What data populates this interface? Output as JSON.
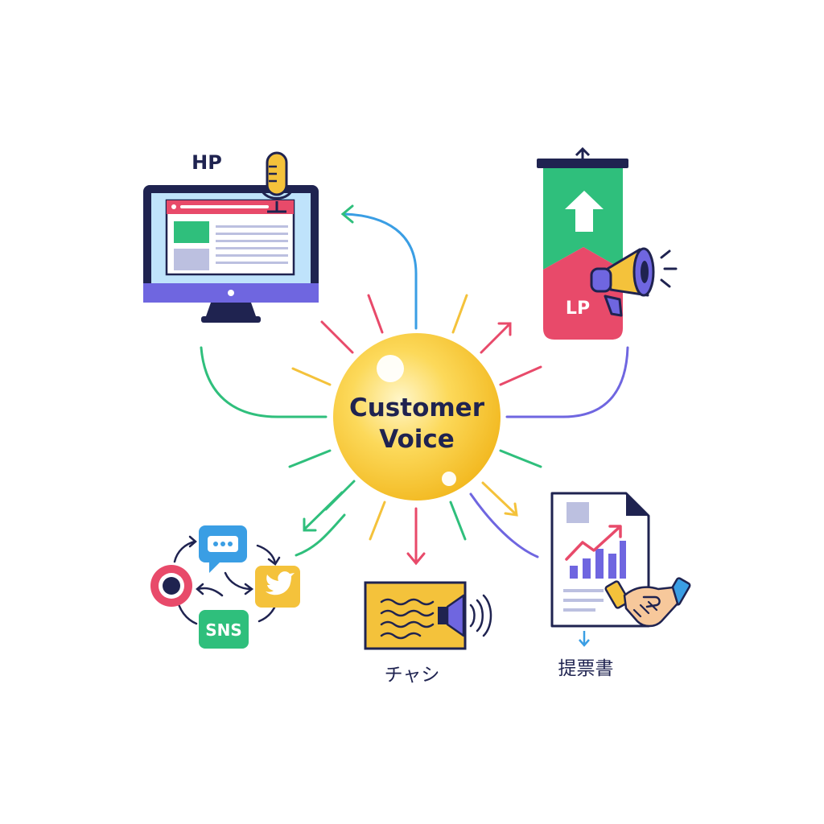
{
  "center": {
    "line1": "Customer",
    "line2": "Voice"
  },
  "labels": {
    "hp": "HP",
    "lp": "LP",
    "sns": "SNS",
    "flyer": "チャシ",
    "proposal": "提票書"
  },
  "icons": {
    "hp": "monitor-icon",
    "hp_badge": "microphone-icon",
    "lp": "banner-icon",
    "lp_badge": "megaphone-icon",
    "sns": "chat-bubble-icon",
    "sns_b": "bird-icon",
    "flyer": "speaker-icon",
    "proposal": "document-chart-icon",
    "proposal_badge": "handshake-icon"
  },
  "colors": {
    "sun": "#f8c531",
    "navy": "#1f2350",
    "green": "#2fbf7c",
    "pink": "#e84a6a",
    "blue": "#3a9ee4",
    "purple": "#6f66e0",
    "yellow": "#f4c23b"
  }
}
